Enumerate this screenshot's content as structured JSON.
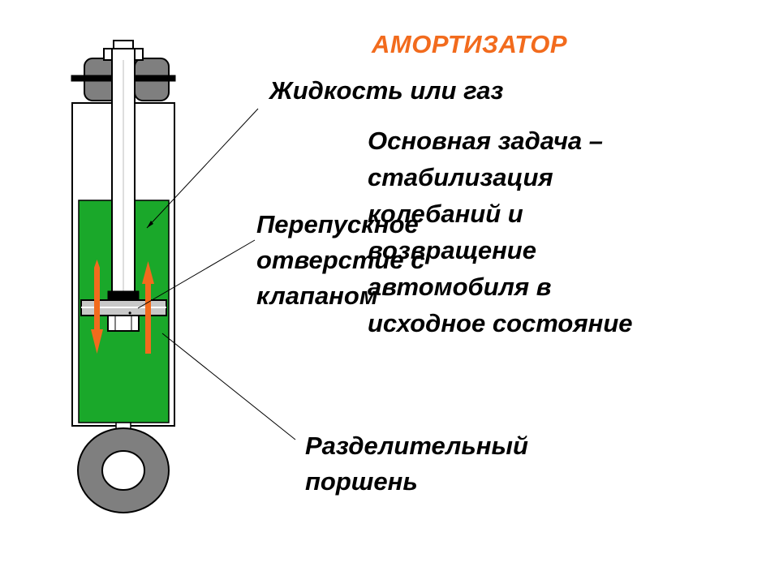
{
  "diagram": {
    "title": "АМОРТИЗАТОР",
    "labels": {
      "fluid": "Жидкость или газ",
      "task": "Основная задача –\nстабилизация\nколебаний и\nвозвращение\nавтомобиля в\nисходное состояние",
      "bypass": "Перепускное\nотверстие с\nклапаном",
      "piston": "Разделительный\nпоршень"
    }
  },
  "colors": {
    "title": "#f26b1d",
    "fluid": "#1aa82a",
    "arrow": "#f26b1d",
    "grey": "#7f7f7f",
    "light_grey": "#c8c8c8",
    "outline": "#000000"
  }
}
